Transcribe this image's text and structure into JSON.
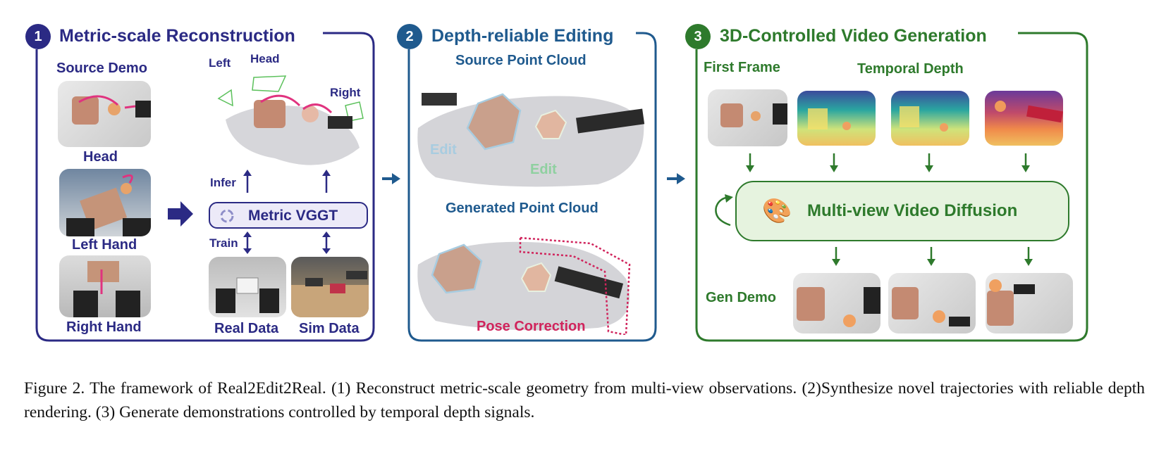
{
  "colors": {
    "panel1": "#2b2a84",
    "panel2": "#1f5a8e",
    "panel3": "#2e7a2c",
    "pink": "#e0337f",
    "pose": "#d0245c",
    "editGreen": "#8fd0a0",
    "editBlue": "#a8cce0"
  },
  "panel1": {
    "number": "1",
    "title": "Metric-scale Reconstruction",
    "source_demo": "Source Demo",
    "head": "Head",
    "left_hand": "Left Hand",
    "right_hand": "Right Hand",
    "cam_left": "Left",
    "cam_head": "Head",
    "cam_right": "Right",
    "infer": "Infer",
    "train": "Train",
    "model": "Metric VGGT",
    "real_data": "Real Data",
    "sim_data": "Sim Data"
  },
  "panel2": {
    "number": "2",
    "title": "Depth-reliable Editing",
    "source_pc": "Source Point Cloud",
    "edit_left": "Edit",
    "edit_right": "Edit",
    "generated_pc": "Generated Point Cloud",
    "pose_correction": "Pose Correction"
  },
  "panel3": {
    "number": "3",
    "title": "3D-Controlled Video Generation",
    "first_frame": "First Frame",
    "temporal_depth": "Temporal Depth",
    "diffusion": "Multi-view Video Diffusion",
    "gen_demo": "Gen Demo",
    "palette_icon": "palette-icon"
  },
  "caption": {
    "text": "Figure 2. The framework of Real2Edit2Real. (1) Reconstruct metric-scale geometry from multi-view observations. (2)Synthesize novel trajectories with reliable depth rendering. (3) Generate demonstrations controlled by temporal depth signals."
  }
}
